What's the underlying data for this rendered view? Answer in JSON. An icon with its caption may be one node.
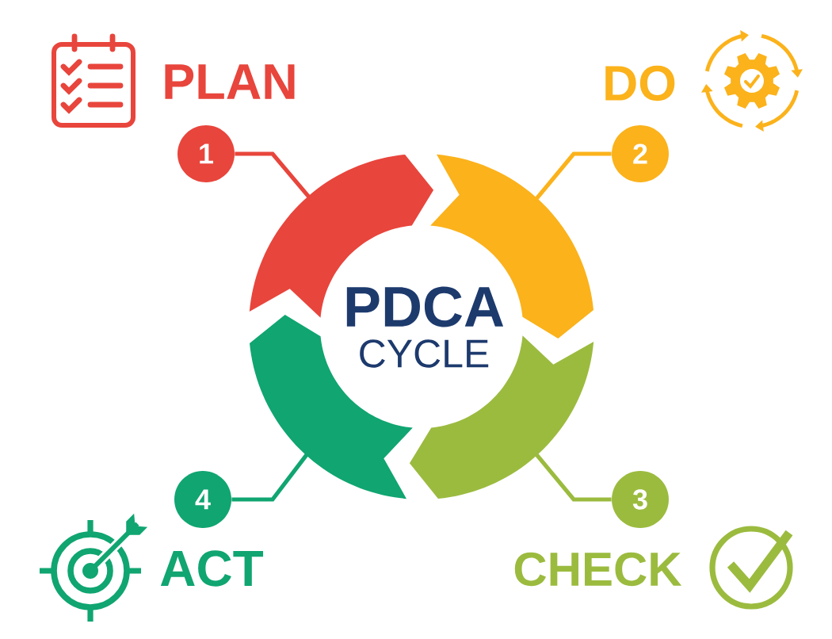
{
  "diagram": {
    "nodes": [
      {
        "text": [
          "1"
        ],
        "beside": [
          "PLAN"
        ]
      },
      {
        "text": [
          "2"
        ],
        "beside": [
          "DO"
        ]
      },
      {
        "text": [
          "3"
        ],
        "beside": [
          "CHECK"
        ]
      },
      {
        "text": [
          "4"
        ],
        "beside": [
          "ACT"
        ]
      },
      {
        "text": [],
        "shape": "arc"
      },
      {
        "text": [],
        "shape": "arc"
      },
      {
        "text": [],
        "shape": "arc"
      },
      {
        "text": [],
        "shape": "arc"
      }
    ],
    "edges": [
      {
        "from": 0,
        "to": 4,
        "arrow": "none",
        "color": "#e8453c"
      },
      {
        "from": 1,
        "to": 5,
        "arrow": "none",
        "color": "#fbb21b"
      },
      {
        "from": 2,
        "to": 6,
        "arrow": "none",
        "color": "#9bbb3f"
      },
      {
        "from": 3,
        "to": 7,
        "arrow": "none",
        "color": "#10a571"
      }
    ],
    "labels": [
      "PDCA",
      "CYCLE"
    ]
  }
}
